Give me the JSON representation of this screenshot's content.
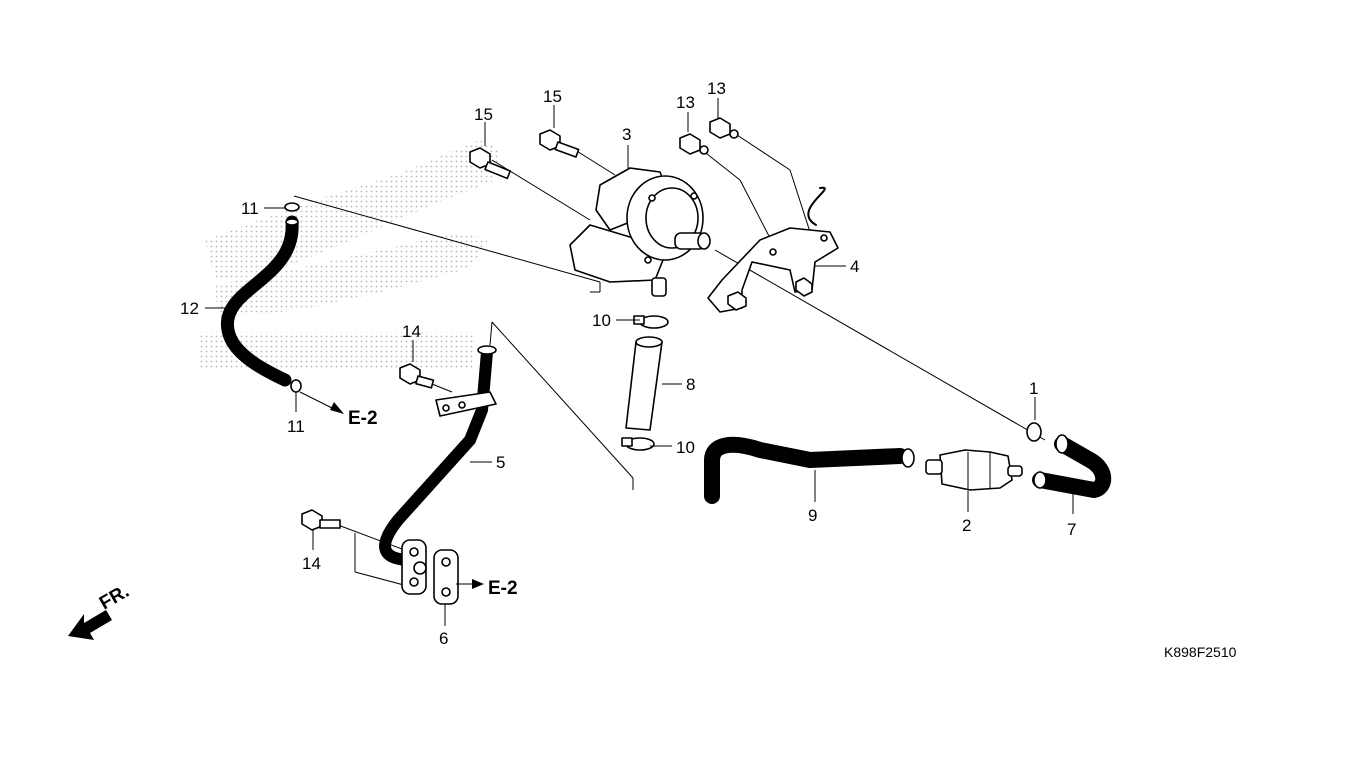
{
  "diagram": {
    "code": "K898F2510",
    "direction_label": "FR.",
    "ref_labels": [
      "E-2",
      "E-2"
    ],
    "callouts": [
      "1",
      "2",
      "3",
      "4",
      "5",
      "6",
      "7",
      "8",
      "9",
      "10",
      "10",
      "11",
      "11",
      "12",
      "13",
      "13",
      "14",
      "14",
      "15",
      "15"
    ],
    "colors": {
      "line": "#000000",
      "background": "#ffffff",
      "watermark": "#b8b8b8"
    },
    "icons": [
      "logo-watermark",
      "arrow-icon"
    ]
  }
}
